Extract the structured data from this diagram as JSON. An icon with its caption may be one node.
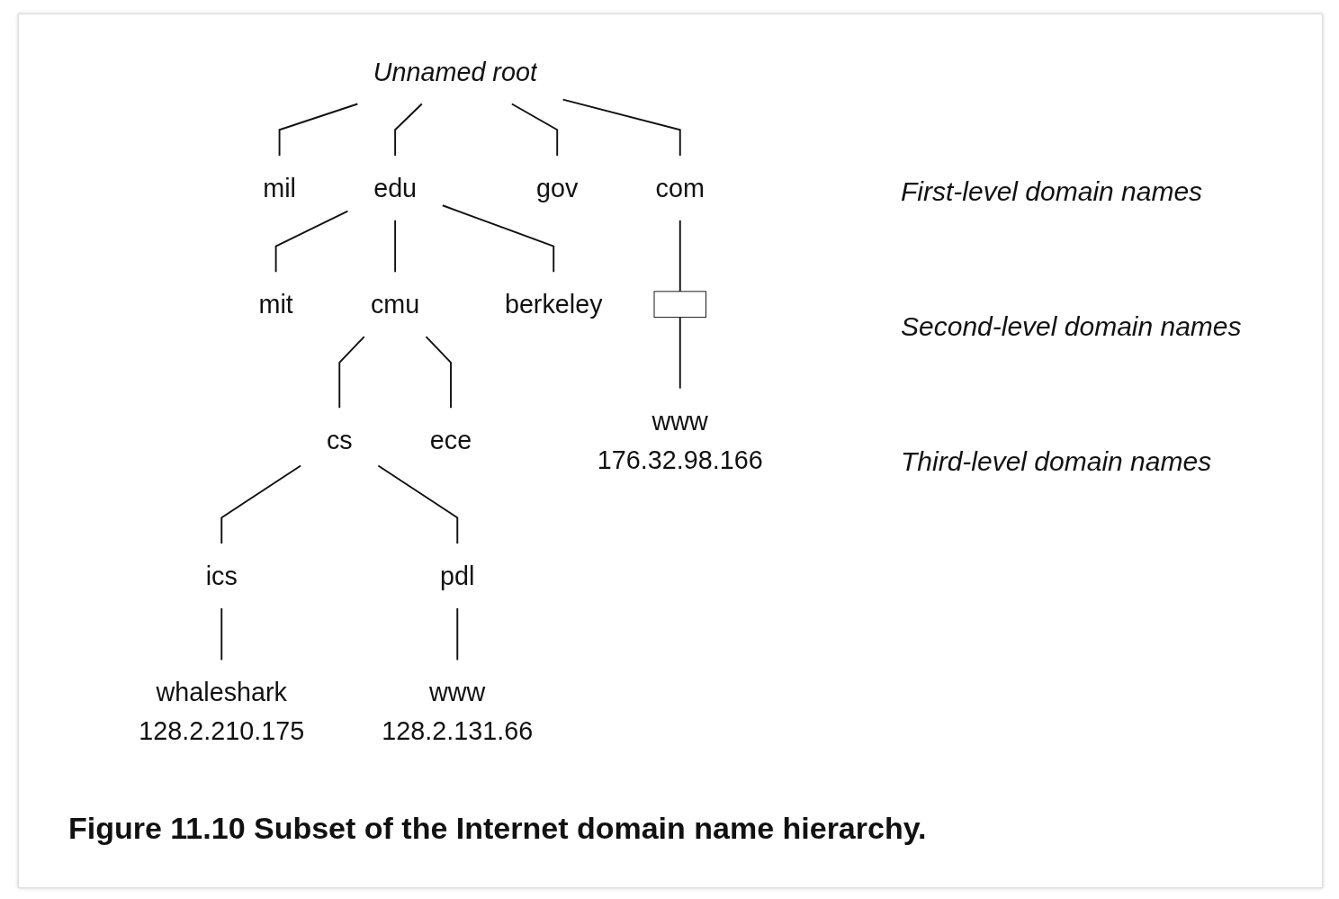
{
  "diagram": {
    "caption": "Figure 11.10 Subset of the Internet domain name hierarchy.",
    "nodes": [
      {
        "text": [
          "Unnamed root"
        ]
      },
      {
        "text": [
          "mil"
        ]
      },
      {
        "text": [
          "edu"
        ]
      },
      {
        "text": [
          "gov"
        ]
      },
      {
        "text": [
          "com"
        ]
      },
      {
        "text": [
          "mit"
        ]
      },
      {
        "text": [
          "cmu"
        ]
      },
      {
        "text": [
          "berkeley"
        ]
      },
      {
        "text": [],
        "shape": "box"
      },
      {
        "text": [
          "cs"
        ]
      },
      {
        "text": [
          "ece"
        ]
      },
      {
        "text": [
          "www",
          "176.32.98.166"
        ]
      },
      {
        "text": [
          "ics"
        ]
      },
      {
        "text": [
          "pdl"
        ]
      },
      {
        "text": [
          "whaleshark",
          "128.2.210.175"
        ]
      },
      {
        "text": [
          "www",
          "128.2.131.66"
        ]
      }
    ],
    "edges": [
      {
        "from": 0,
        "to": 1,
        "arrow": "none"
      },
      {
        "from": 0,
        "to": 2,
        "arrow": "none"
      },
      {
        "from": 0,
        "to": 3,
        "arrow": "none"
      },
      {
        "from": 0,
        "to": 4,
        "arrow": "none"
      },
      {
        "from": 2,
        "to": 5,
        "arrow": "none"
      },
      {
        "from": 2,
        "to": 6,
        "arrow": "none"
      },
      {
        "from": 2,
        "to": 7,
        "arrow": "none"
      },
      {
        "from": 4,
        "to": 8,
        "arrow": "none"
      },
      {
        "from": 6,
        "to": 9,
        "arrow": "none"
      },
      {
        "from": 6,
        "to": 10,
        "arrow": "none"
      },
      {
        "from": 8,
        "to": 11,
        "arrow": "none"
      },
      {
        "from": 9,
        "to": 12,
        "arrow": "none"
      },
      {
        "from": 9,
        "to": 13,
        "arrow": "none"
      },
      {
        "from": 12,
        "to": 14,
        "arrow": "none"
      },
      {
        "from": 13,
        "to": 15,
        "arrow": "none"
      }
    ],
    "labels": [
      "First-level domain names",
      "Second-level domain names",
      "Third-level domain names"
    ]
  }
}
